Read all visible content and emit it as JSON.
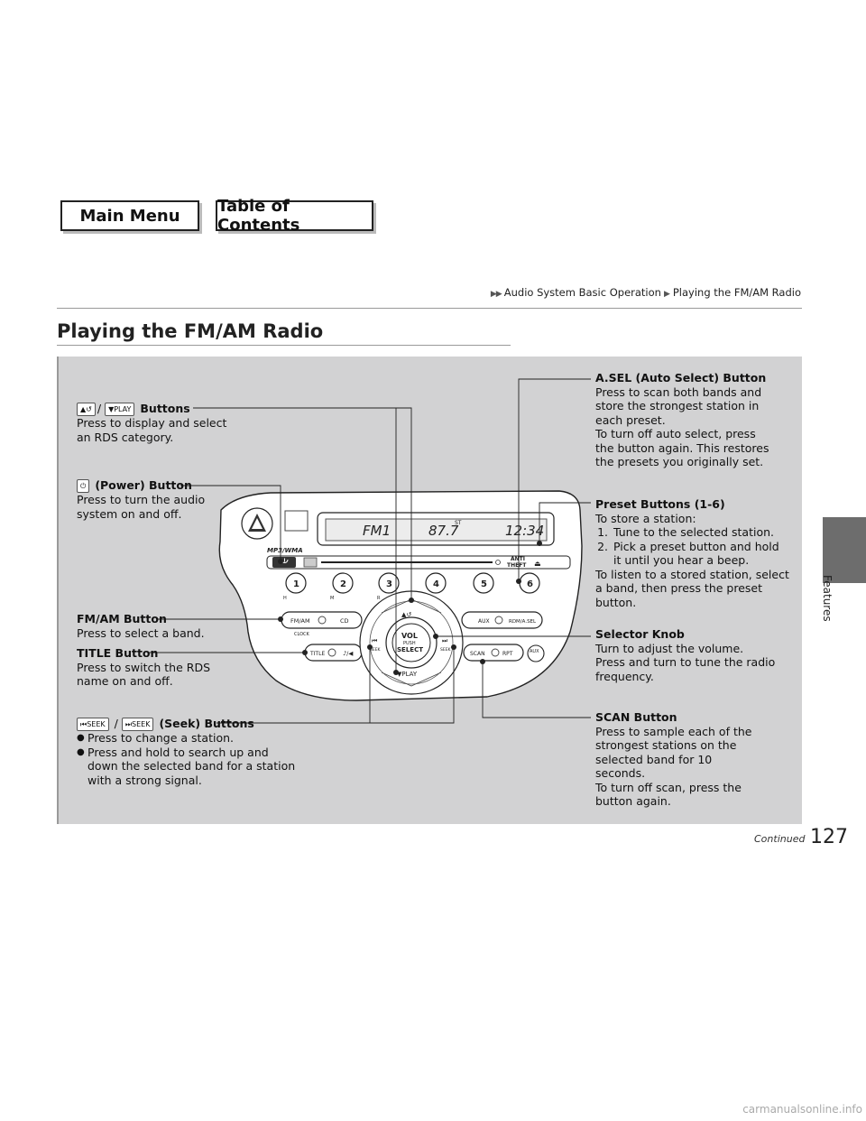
{
  "nav": {
    "main_menu": "Main Menu",
    "toc": "Table of Contents"
  },
  "breadcrumb": {
    "items": [
      "Audio System Basic Operation",
      "Playing the FM/AM Radio"
    ]
  },
  "title": "Playing the FM/AM Radio",
  "radio": {
    "display_band": "FM1",
    "display_freq": "87.7",
    "display_st": "ST",
    "display_clock": "12:34",
    "brand": "MP3/WMA",
    "anti_theft": "ANTI THEFT",
    "presets": [
      "1",
      "2",
      "3",
      "4",
      "5",
      "6"
    ],
    "preset_sub": [
      "H",
      "M",
      "R"
    ],
    "fm_am": "FM/AM",
    "cd": "CD",
    "clock": "CLOCK",
    "title_btn": "TITLE",
    "aux": "AUX",
    "rdm": "RDM/A.SEL",
    "scan": "SCAN",
    "rpt": "RPT",
    "aux_btn": "AUX",
    "vol": "VOL",
    "push": "PUSH",
    "select": "SELECT",
    "seek": "SEEK",
    "play": "PLAY"
  },
  "callouts": {
    "updown": {
      "slash": "/",
      "play_icon": "PLAY",
      "heading": "Buttons",
      "text": "Press to display and select an RDS category."
    },
    "power": {
      "heading": "(Power) Button",
      "text": "Press to turn the audio system on and off."
    },
    "fmam": {
      "heading": "FM/AM Button",
      "text": "Press to select a band."
    },
    "title": {
      "heading": "TITLE Button",
      "text": "Press to switch the RDS name on and off."
    },
    "seek": {
      "slash": "/",
      "seek_icon": "SEEK",
      "heading": "(Seek) Buttons",
      "bullets": [
        "Press to change a station.",
        "Press and hold to search up and down the selected band for a station with a strong signal."
      ]
    },
    "asel": {
      "heading": "A.SEL (Auto Select) Button",
      "text1": "Press to scan both bands and store the strongest station in each preset.",
      "text2": "To turn off auto select, press the button again. This restores the presets you originally set."
    },
    "preset": {
      "heading": "Preset Buttons (1-6)",
      "intro": "To store a station:",
      "steps": [
        "Tune to the selected station.",
        "Pick a preset button and hold it until you hear a beep."
      ],
      "outro": "To listen to a stored station, select a band, then press the preset button."
    },
    "selector": {
      "heading": "Selector Knob",
      "text1": "Turn to adjust the volume.",
      "text2": "Press and turn to tune the radio frequency."
    },
    "scan": {
      "heading": "SCAN Button",
      "text1": "Press to sample each of the strongest stations on the selected band for 10 seconds.",
      "text2": "To turn off scan, press the button again."
    }
  },
  "footer": {
    "continued": "Continued",
    "page": "127",
    "section": "Features",
    "watermark": "carmanualsonline.info"
  }
}
